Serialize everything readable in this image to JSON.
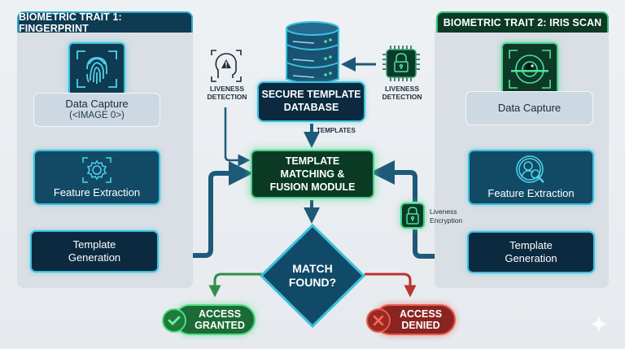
{
  "colors": {
    "flow_arrow": "#1d5a7a",
    "accent_cyan": "#3cc1dc",
    "accent_green": "#45d48a",
    "granted_green": "#2e8f47",
    "denied_red": "#b9352c"
  },
  "left_panel": {
    "title": "BIOMETRIC TRAIT 1: FINGERPRINT",
    "icon": "fingerprint-icon",
    "data_capture": {
      "label": "Data Capture",
      "sublabel": "(<IMAGE 0>)"
    },
    "feature_extraction": {
      "label": "Feature Extraction",
      "icon": "gear-icon"
    },
    "template_generation": {
      "line1": "Template",
      "line2": "Generation"
    }
  },
  "right_panel": {
    "title": "BIOMETRIC TRAIT 2: IRIS SCAN",
    "icon": "iris-scan-icon",
    "data_capture": {
      "label": "Data Capture"
    },
    "feature_extraction": {
      "label": "Feature Extraction",
      "icon": "face-search-icon"
    },
    "template_generation": {
      "line1": "Template",
      "line2": "Generation"
    }
  },
  "center": {
    "database": {
      "line1": "SECURE TEMPLATE",
      "line2": "DATABASE",
      "icon": "database-icon"
    },
    "liveness_left": {
      "line1": "LIVENESS",
      "line2": "DETECTION",
      "icon": "face-warning-icon"
    },
    "liveness_right": {
      "line1": "LIVENESS",
      "line2": "DETECTION",
      "icon": "chip-lock-icon"
    },
    "templates_label": "TEMPLATES",
    "fusion": {
      "line1": "TEMPLATE",
      "line2": "MATCHING &",
      "line3": "FUSION MODULE"
    },
    "encryption": {
      "line1": "Liveness",
      "line2": "Encryption",
      "icon": "lock-icon"
    },
    "decision": {
      "line1": "MATCH",
      "line2": "FOUND?"
    },
    "granted": {
      "line1": "ACCESS",
      "line2": "GRANTED",
      "icon": "check-icon"
    },
    "denied": {
      "line1": "ACCESS",
      "line2": "DENIED",
      "icon": "x-icon"
    }
  }
}
